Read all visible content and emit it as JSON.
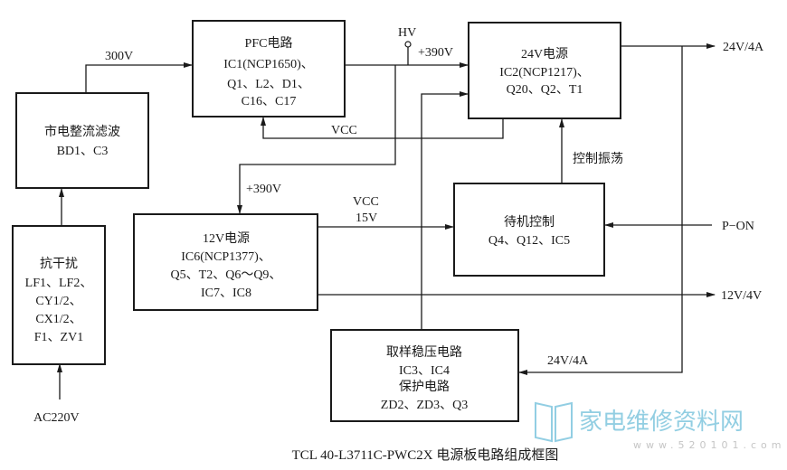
{
  "blocks": {
    "pfc": {
      "lines": [
        "PFC电路",
        "IC1(NCP1650)、",
        "Q1、L2、D1、",
        "C16、C17"
      ]
    },
    "rectifier": {
      "lines": [
        "市电整流滤波",
        "BD1、C3"
      ]
    },
    "emi": {
      "lines": [
        "抗干扰",
        "LF1、LF2、",
        "CY1/2、",
        "CX1/2、",
        "F1、ZV1"
      ]
    },
    "psu12": {
      "lines": [
        "12V电源",
        "IC6(NCP1377)、",
        "Q5、T2、Q6～Q9、",
        "IC7、IC8"
      ]
    },
    "psu24": {
      "lines": [
        "24V电源",
        "IC2(NCP1217)、",
        "Q20、Q2、T1"
      ]
    },
    "standby": {
      "lines": [
        "待机控制",
        "Q4、Q12、IC5"
      ]
    },
    "sampling": {
      "lines": [
        "取样稳压电路",
        "IC3、IC4",
        "保护电路",
        "ZD2、ZD3、Q3"
      ]
    }
  },
  "labels": {
    "v300": "300V",
    "hv": "HV",
    "v390_top": "+390V",
    "v390_mid": "+390V",
    "vcc": "VCC",
    "vcc15_a": "VCC",
    "vcc15_b": "15V",
    "osc_ctrl": "控制振荡",
    "p_on": "P−ON",
    "out24": "24V/4A",
    "out12": "12V/4V",
    "fb24": "24V/4A",
    "ac": "AC220V"
  },
  "caption": "TCL 40-L3711C-PWC2X 电源板电路组成框图",
  "watermark": {
    "name": "家电维修资料网",
    "url": "www.520101.com"
  }
}
